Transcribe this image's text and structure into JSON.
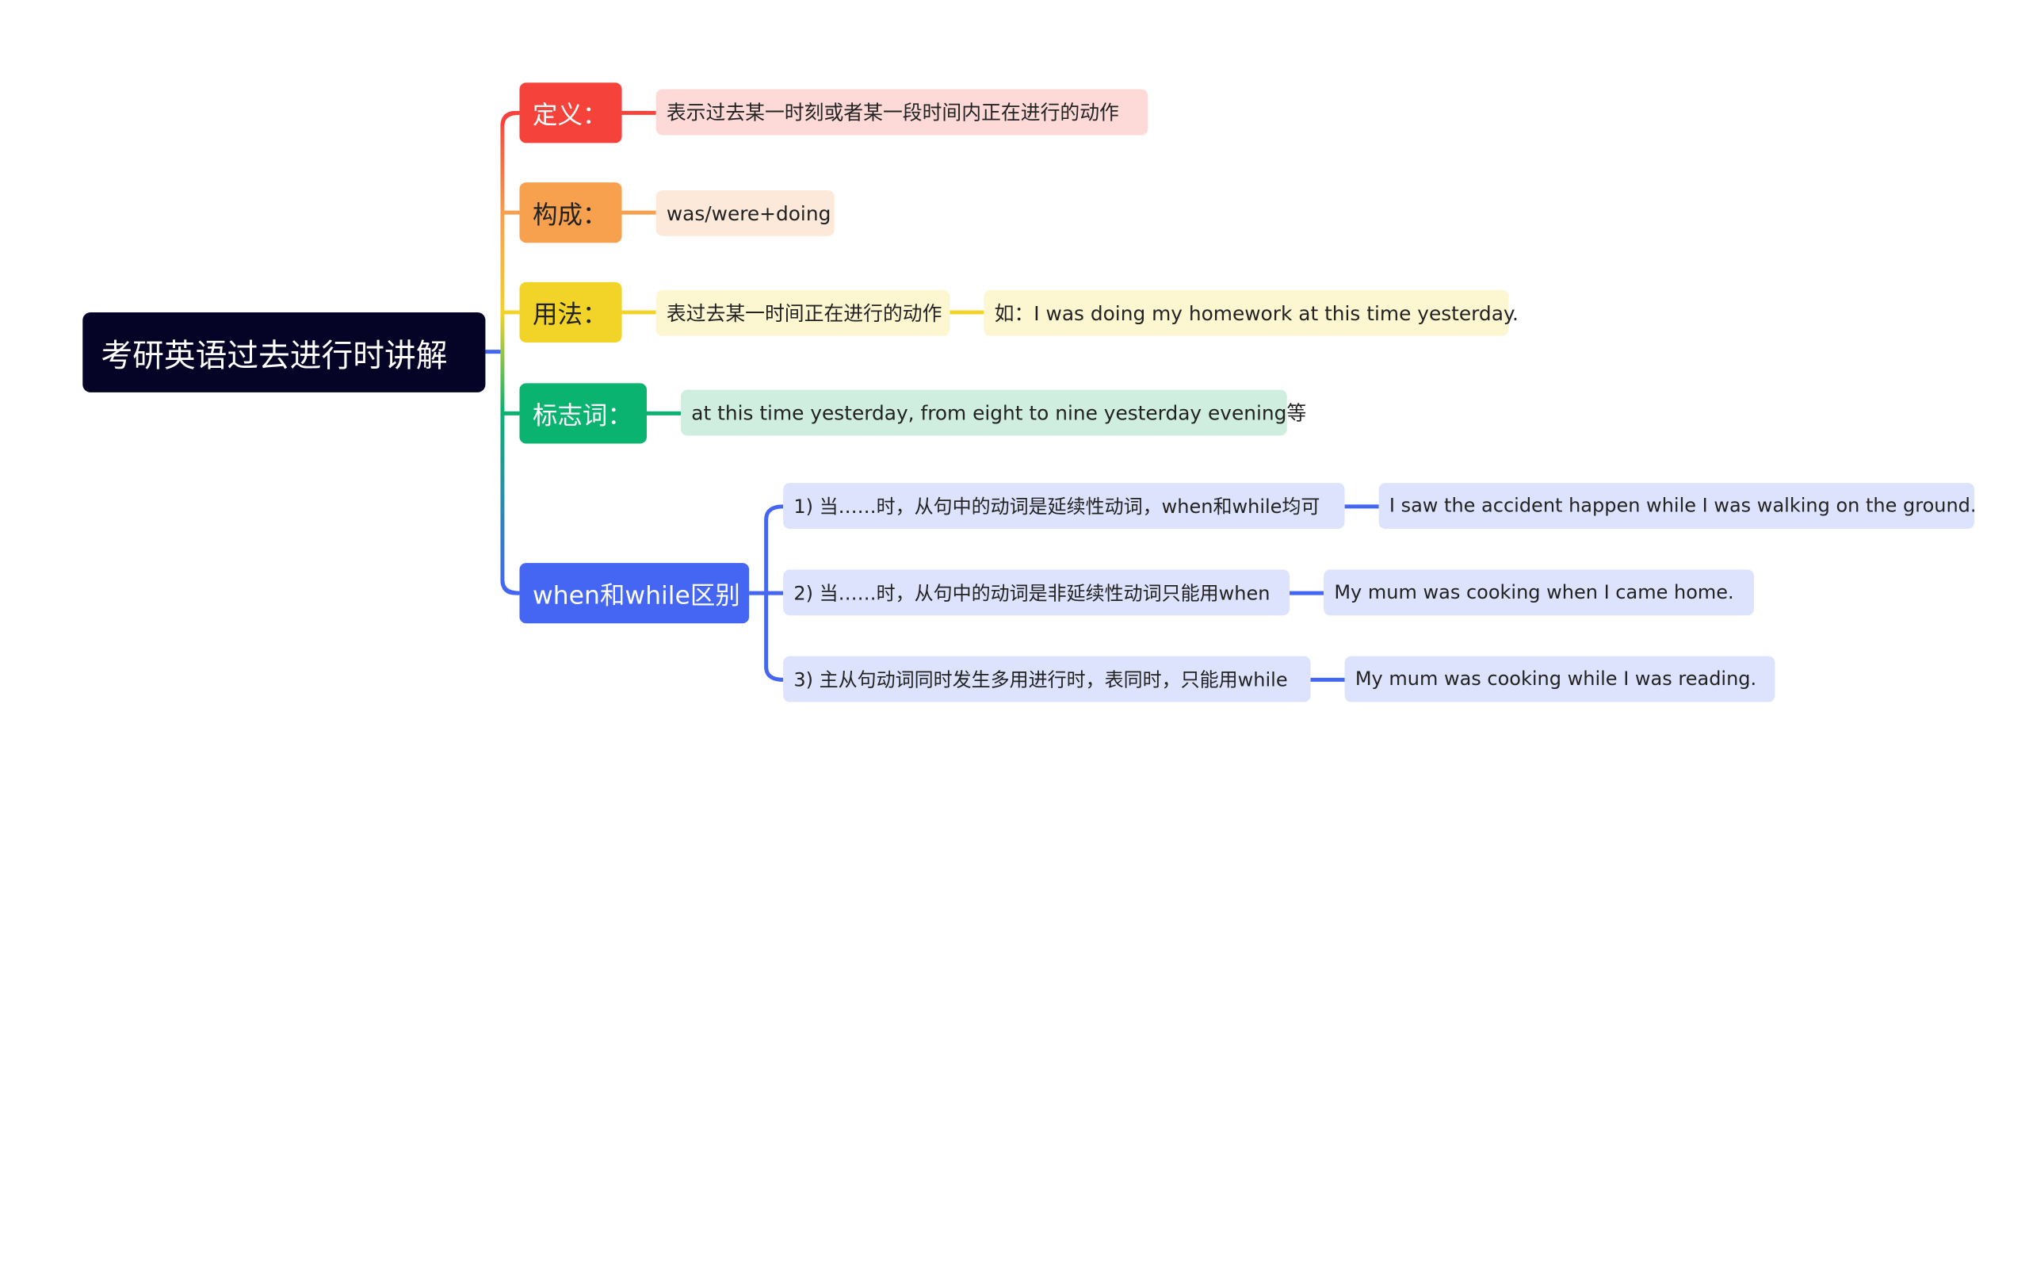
{
  "root": {
    "label": "考研英语过去进行时讲解"
  },
  "branches": {
    "definition": {
      "label": "定义：",
      "detail": "表示过去某一时刻或者某一段时间内正在进行的动作"
    },
    "formation": {
      "label": "构成：",
      "detail": "was/were+doing"
    },
    "usage": {
      "label": "用法：",
      "detail": "表过去某一时间正在进行的动作",
      "example": "如：I was doing my homework at this time yesterday."
    },
    "signal_words": {
      "label": "标志词：",
      "detail": "at this time yesterday, from eight to nine yesterday evening等"
    },
    "when_while": {
      "label": "when和while区别",
      "items": [
        {
          "rule": "1) 当……时，从句中的动词是延续性动词，when和while均可",
          "example": "I saw the accident happen while I was walking on the ground."
        },
        {
          "rule": "2) 当……时，从句中的动词是非延续性动词只能用when",
          "example": "My mum was cooking when I came home."
        },
        {
          "rule": "3) 主从句动词同时发生多用进行时，表同时，只能用while",
          "example": "My mum was cooking while I was reading."
        }
      ]
    }
  },
  "colors": {
    "root": "#050426",
    "definition": "#f5423a",
    "formation": "#f7a04d",
    "usage": "#f2d327",
    "signal_words": "#0ab36f",
    "when_while": "#4466f3"
  }
}
